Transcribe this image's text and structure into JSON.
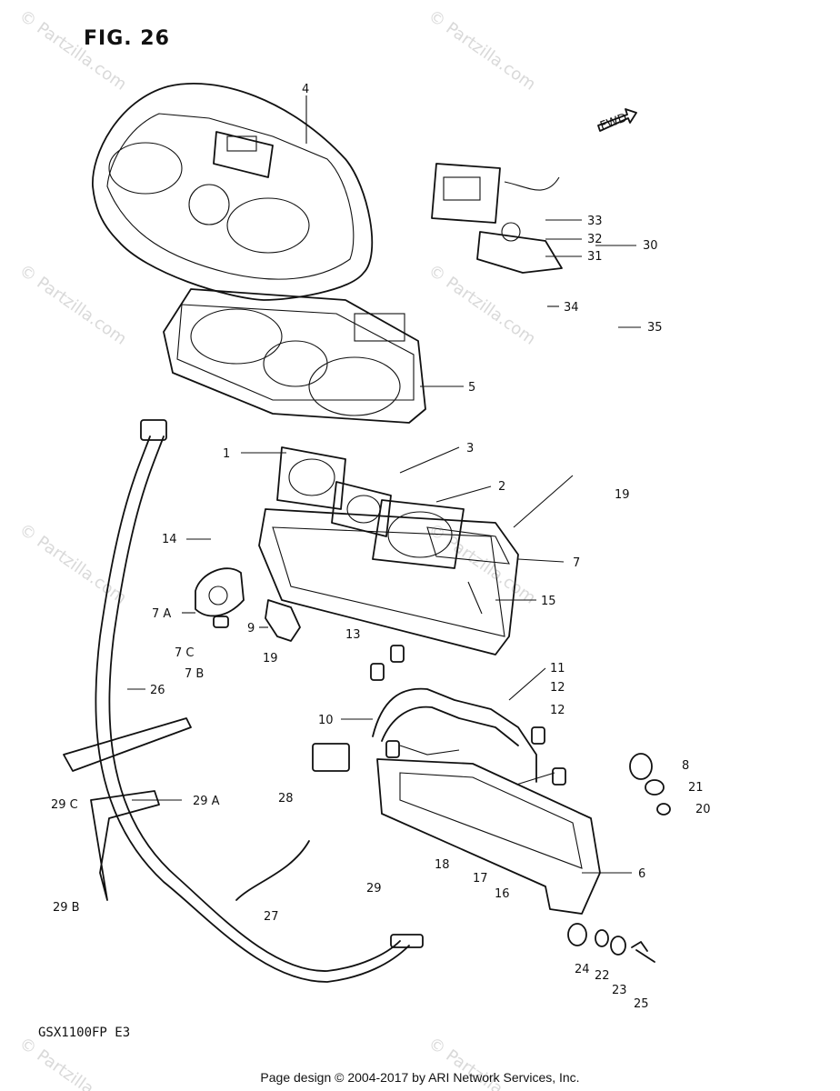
{
  "figure_title": "FIG. 26",
  "model_code": "GSX1100FP E3",
  "copyright": "Page design © 2004-2017 by ARI Network Services, Inc.",
  "watermark": "© Partzilla.com",
  "fwd_label": "FWD",
  "callouts": [
    {
      "id": "c4",
      "text": "4"
    },
    {
      "id": "c5",
      "text": "5"
    },
    {
      "id": "c1",
      "text": "1"
    },
    {
      "id": "c3",
      "text": "3"
    },
    {
      "id": "c2",
      "text": "2"
    },
    {
      "id": "c19a",
      "text": "19"
    },
    {
      "id": "c14",
      "text": "14"
    },
    {
      "id": "c7",
      "text": "7"
    },
    {
      "id": "c7a",
      "text": "7 A"
    },
    {
      "id": "c15",
      "text": "15"
    },
    {
      "id": "c9",
      "text": "9"
    },
    {
      "id": "c7c",
      "text": "7 C"
    },
    {
      "id": "c7b",
      "text": "7 B"
    },
    {
      "id": "c19b",
      "text": "19"
    },
    {
      "id": "c13",
      "text": "13"
    },
    {
      "id": "c11",
      "text": "11"
    },
    {
      "id": "c12a",
      "text": "12"
    },
    {
      "id": "c12b",
      "text": "12"
    },
    {
      "id": "c10",
      "text": "10"
    },
    {
      "id": "c26",
      "text": "26"
    },
    {
      "id": "c8",
      "text": "8"
    },
    {
      "id": "c21",
      "text": "21"
    },
    {
      "id": "c20",
      "text": "20"
    },
    {
      "id": "c29c",
      "text": "29 C"
    },
    {
      "id": "c29a",
      "text": "29 A"
    },
    {
      "id": "c28",
      "text": "28"
    },
    {
      "id": "c18",
      "text": "18"
    },
    {
      "id": "c17",
      "text": "17"
    },
    {
      "id": "c16",
      "text": "16"
    },
    {
      "id": "c6",
      "text": "6"
    },
    {
      "id": "c27",
      "text": "27"
    },
    {
      "id": "c29",
      "text": "29"
    },
    {
      "id": "c29b",
      "text": "29 B"
    },
    {
      "id": "c24",
      "text": "24"
    },
    {
      "id": "c22",
      "text": "22"
    },
    {
      "id": "c23",
      "text": "23"
    },
    {
      "id": "c25",
      "text": "25"
    },
    {
      "id": "c33",
      "text": "33"
    },
    {
      "id": "c32",
      "text": "32"
    },
    {
      "id": "c31",
      "text": "31"
    },
    {
      "id": "c30",
      "text": "30"
    },
    {
      "id": "c34",
      "text": "34"
    },
    {
      "id": "c35",
      "text": "35"
    }
  ]
}
